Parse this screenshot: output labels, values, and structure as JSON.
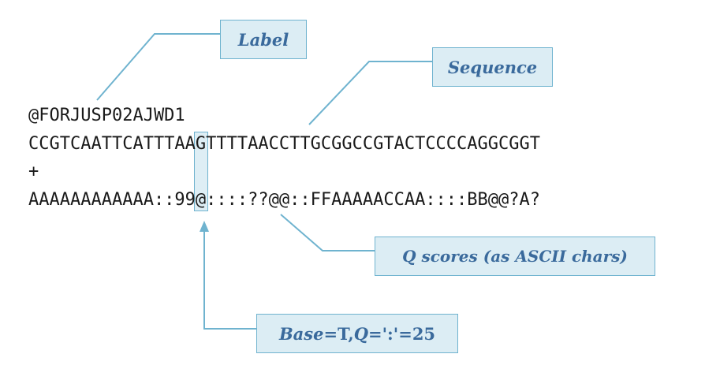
{
  "fastq": {
    "label_line": "@FORJUSP02AJWD1",
    "sequence_line": "CCGTCAATTCATTTAAGTTTTAACCTTGCGGCCGTACTCCCCAGGCGGT",
    "separator_line": "+",
    "quality_line": "AAAAAAAAAAAA::99@::::??@@::FFAAAAACCAA::::BB@@?A?"
  },
  "callouts": {
    "label": "Label",
    "sequence": "Sequence",
    "qscores": "Q scores (as ASCII chars)",
    "base": {
      "base_word": "Base",
      "base_value": "=T, ",
      "q_word": "Q",
      "q_value": "=':'=25"
    }
  },
  "colors": {
    "callout_fill": "#dcedf4",
    "callout_border": "#6fb3cf",
    "callout_text": "#3a6a9c",
    "connector": "#6fb3cf",
    "fastq_text": "#1a1a1a"
  }
}
